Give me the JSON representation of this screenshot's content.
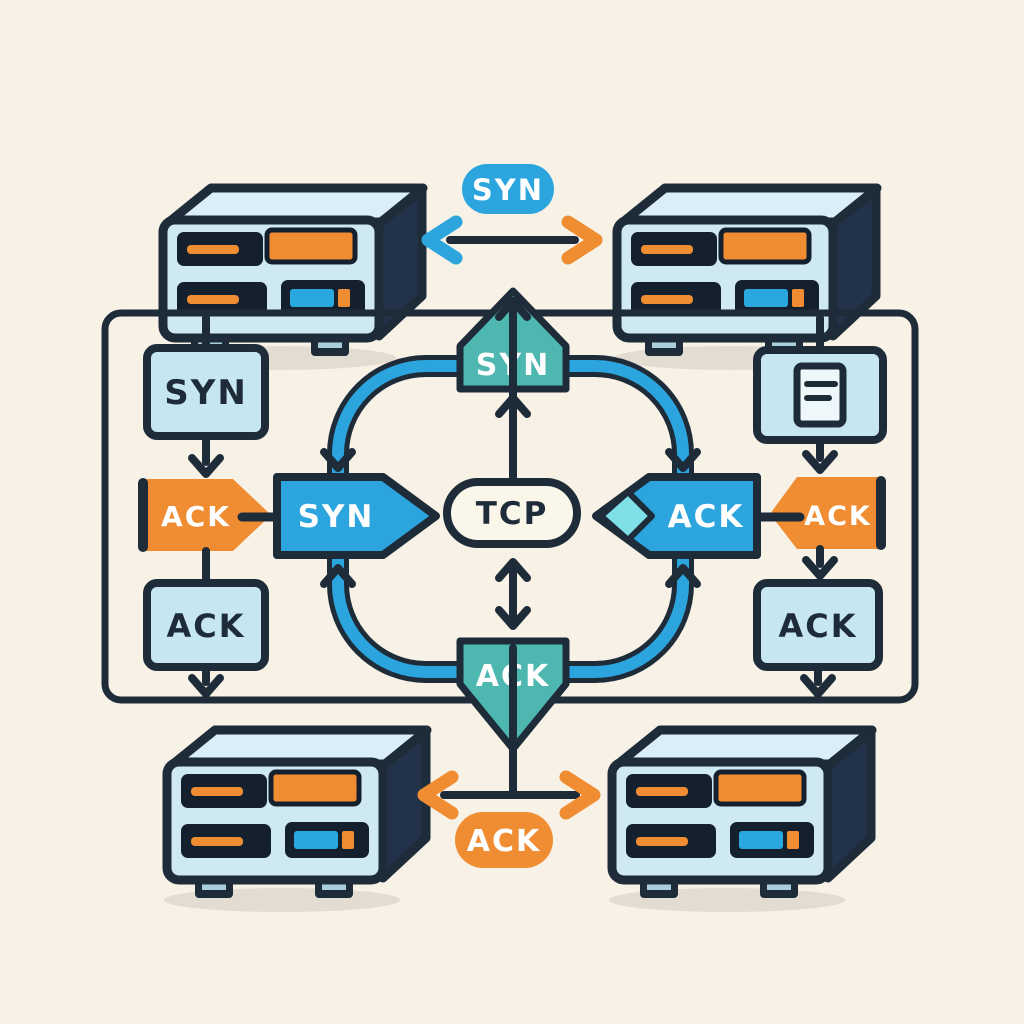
{
  "top_row": {
    "message_pill": "SYN"
  },
  "bottom_row": {
    "message_pill": "ACK"
  },
  "diagram": {
    "left_flow": {
      "box1": "SYN",
      "tag": "ACK",
      "box2": "ACK"
    },
    "loop": {
      "top_badge": "SYN",
      "bottom_badge": "ACK"
    },
    "center": {
      "protocol": "TCP",
      "syn_arrow": "SYN",
      "ack_arrow": "ACK"
    },
    "right_flow": {
      "box1_icon": "document-icon",
      "tag": "ACK",
      "box2": "ACK"
    }
  },
  "icons": {
    "devices": [
      "network-device-icon",
      "network-device-icon",
      "network-device-icon",
      "network-device-icon"
    ],
    "right_flow_box1": "document-icon"
  },
  "colors": {
    "background": "#f7f1e6",
    "navy": "#1e2c3a",
    "blue": "#2ca5de",
    "teal": "#4eb7b0",
    "orange": "#f08d32",
    "light_blue": "#c6e6f2",
    "panel_white": "#fbf6ea",
    "cyan_tip": "#7fdfe6"
  }
}
